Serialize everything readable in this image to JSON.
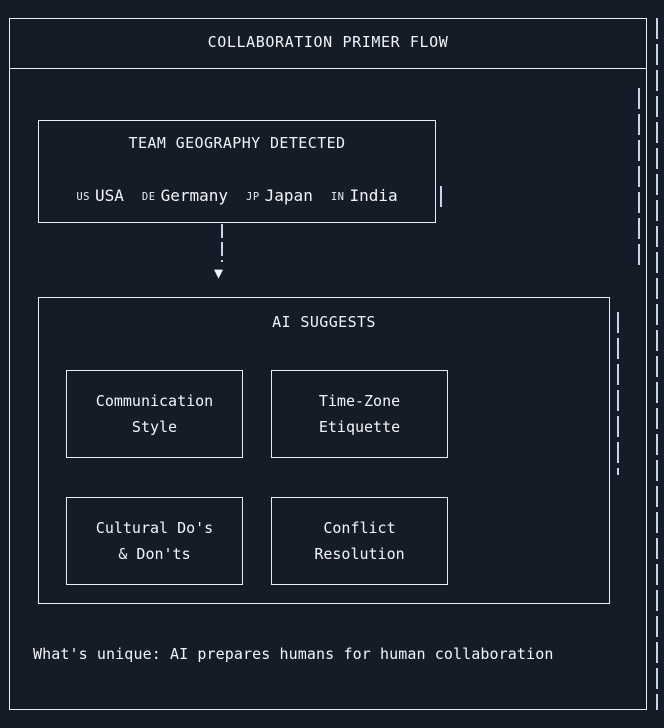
{
  "panel": {
    "title": "COLLABORATION PRIMER FLOW"
  },
  "geography": {
    "title": "TEAM GEOGRAPHY DETECTED",
    "regions": [
      {
        "flag": "US",
        "name": "USA"
      },
      {
        "flag": "DE",
        "name": "Germany"
      },
      {
        "flag": "JP",
        "name": "Japan"
      },
      {
        "flag": "IN",
        "name": "India"
      }
    ]
  },
  "connector": {
    "arrow_glyph": "▼"
  },
  "suggestions": {
    "title": "AI SUGGESTS",
    "cards": [
      {
        "line1": "Communication",
        "line2": "Style"
      },
      {
        "line1": "Time-Zone",
        "line2": "Etiquette"
      },
      {
        "line1": "Cultural Do's",
        "line2": "& Don'ts"
      },
      {
        "line1": "Conflict",
        "line2": "Resolution"
      }
    ]
  },
  "footer": {
    "note": "What's unique: AI prepares humans for human collaboration"
  },
  "colors": {
    "background": "#151c27",
    "border": "#e9eef5",
    "text": "#f2f5fa",
    "muted_rule": "#c9d4e4"
  }
}
